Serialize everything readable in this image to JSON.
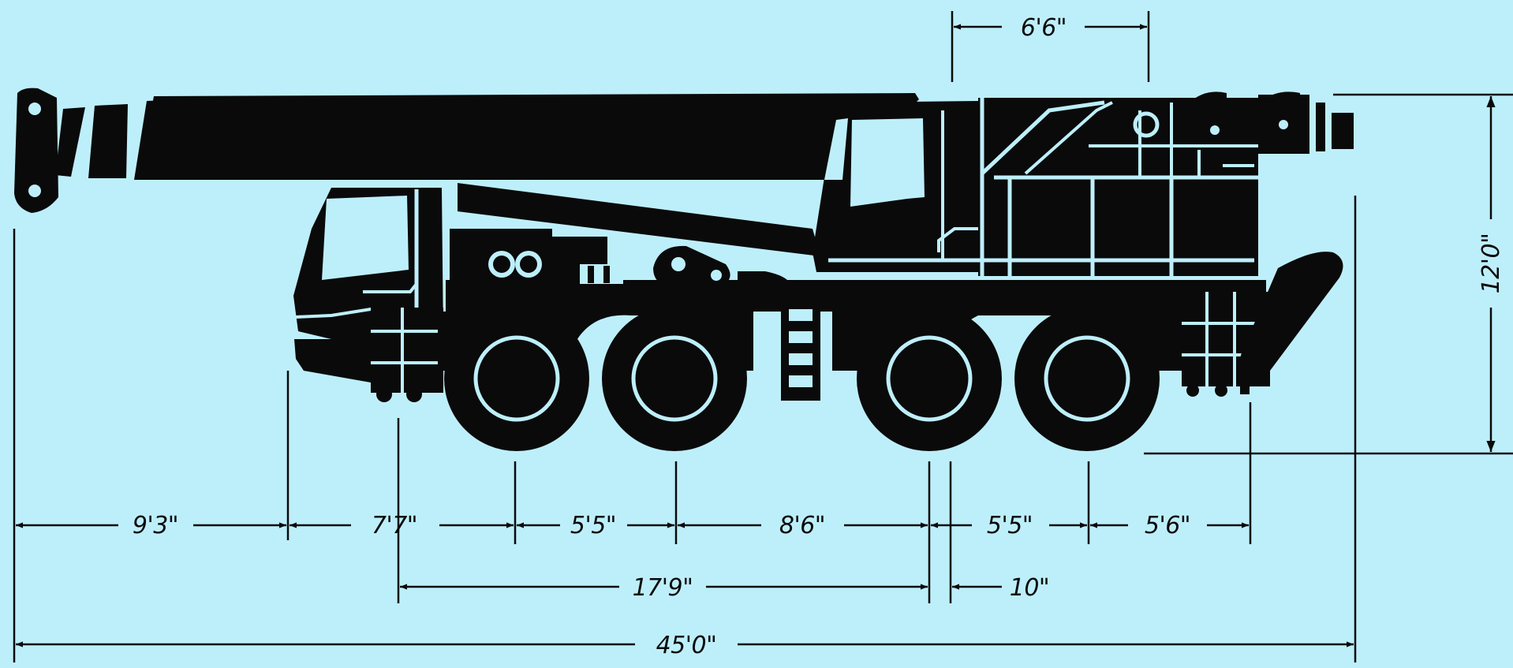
{
  "diagram": {
    "colors": {
      "background": "#bdeffa",
      "ink": "#0a0a0a",
      "highlight": "#bdeffa"
    },
    "dimensions": {
      "cab_width": "6'6\"",
      "height": "12'0\"",
      "front_overhang": "9'3\"",
      "front_to_axle1": "7'7\"",
      "axle1_to_axle2": "5'5\"",
      "axle2_to_axle3": "8'6\"",
      "axle3_to_axle4": "5'5\"",
      "rear_overhang": "5'6\"",
      "front_axle_span": "17'9\"",
      "offset": "10\"",
      "overall_length": "45'0\""
    }
  }
}
